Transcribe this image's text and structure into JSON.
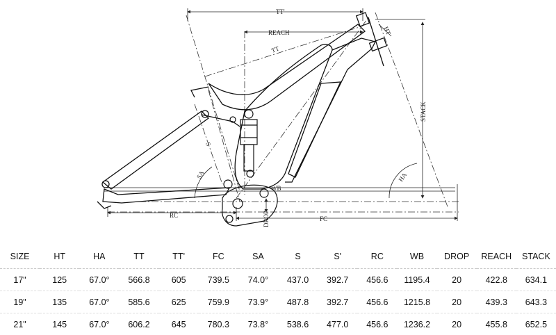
{
  "drawing": {
    "labels": {
      "tt_top": "TT'",
      "tt": "TT",
      "reach": "REACH",
      "ht": "HT",
      "stack": "STACK",
      "sa": "SA",
      "s": "S",
      "wb": "WB",
      "rc": "RC",
      "fc": "FC",
      "drop": "DROP",
      "ha": "HA"
    }
  },
  "table": {
    "headers": [
      "SIZE",
      "HT",
      "HA",
      "TT",
      "TT'",
      "FC",
      "SA",
      "S",
      "S'",
      "RC",
      "WB",
      "DROP",
      "REACH",
      "STACK"
    ],
    "rows": [
      [
        "17\"",
        "125",
        "67.0°",
        "566.8",
        "605",
        "739.5",
        "74.0°",
        "437.0",
        "392.7",
        "456.6",
        "1195.4",
        "20",
        "422.8",
        "634.1"
      ],
      [
        "19\"",
        "135",
        "67.0°",
        "585.6",
        "625",
        "759.9",
        "73.9°",
        "487.8",
        "392.7",
        "456.6",
        "1215.8",
        "20",
        "439.3",
        "643.3"
      ],
      [
        "21\"",
        "145",
        "67.0°",
        "606.2",
        "645",
        "780.3",
        "73.8°",
        "538.6",
        "477.0",
        "456.6",
        "1236.2",
        "20",
        "455.8",
        "652.5"
      ]
    ]
  }
}
